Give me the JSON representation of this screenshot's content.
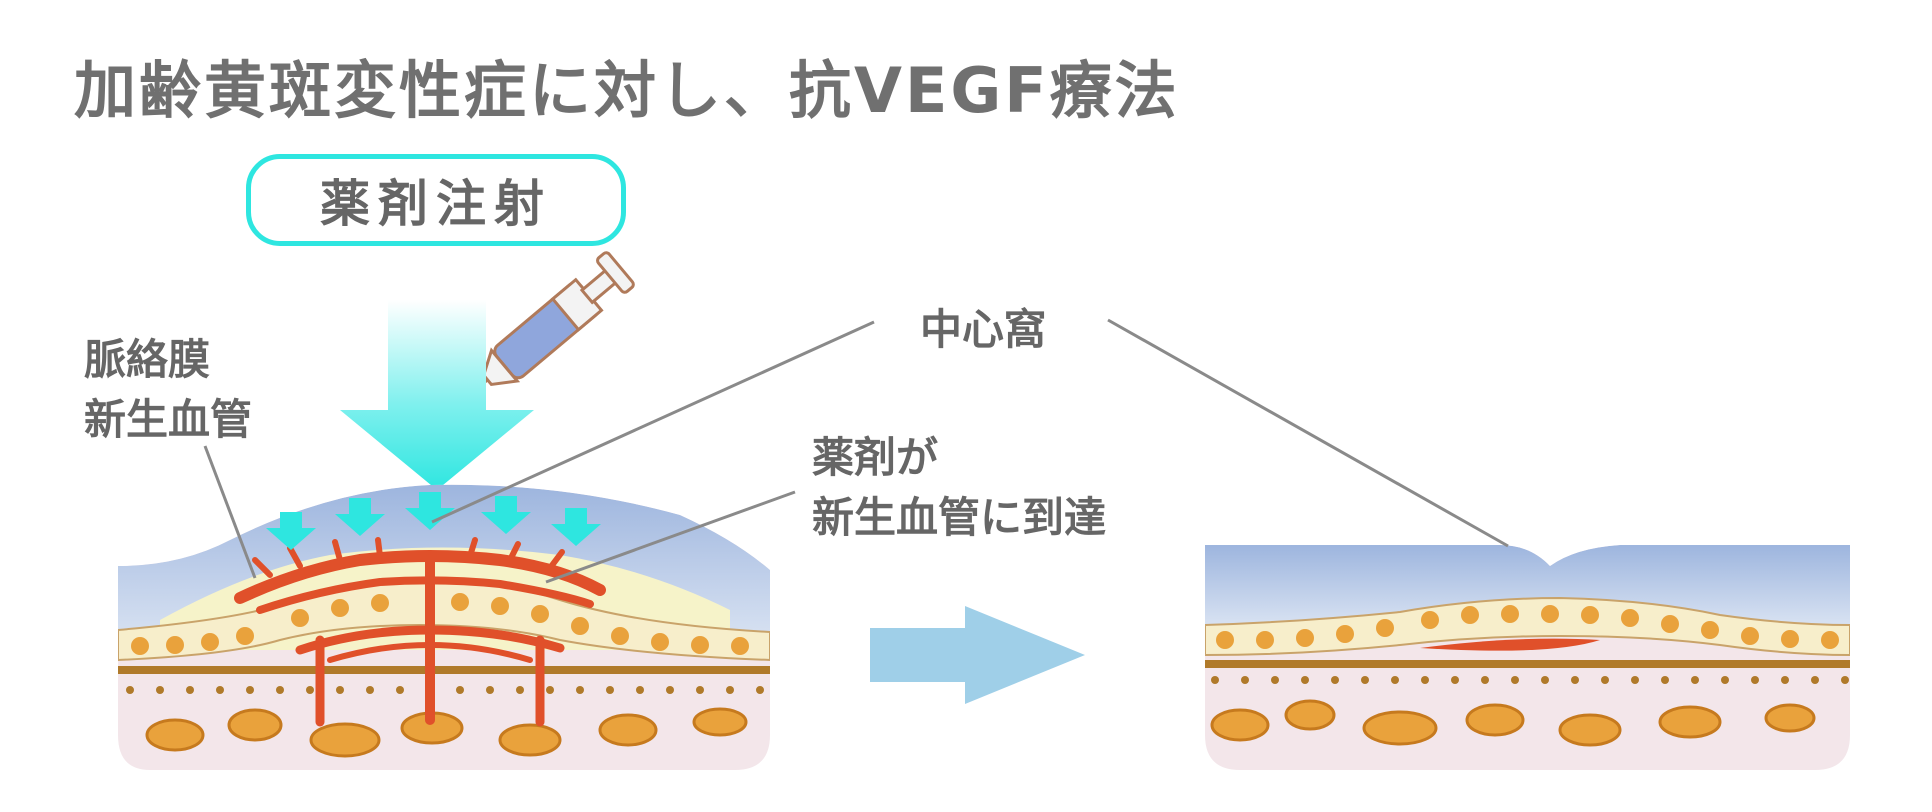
{
  "title": "加齢黄斑変性症に対し、抗VEGF療法",
  "labels": {
    "injection": "薬剤注射",
    "cnv_line1": "脈絡膜",
    "cnv_line2": "新生血管",
    "fovea": "中心窩",
    "reach_line1": "薬剤が",
    "reach_line2": "新生血管に到達"
  },
  "colors": {
    "cyan": "#2ee6e0",
    "arrow_blue": "#9fcfe8",
    "retina_blue": "#9db5de",
    "vessel_red": "#e0502a",
    "cell_orange": "#e9a23c",
    "leader_gray": "#8a8a8a"
  }
}
